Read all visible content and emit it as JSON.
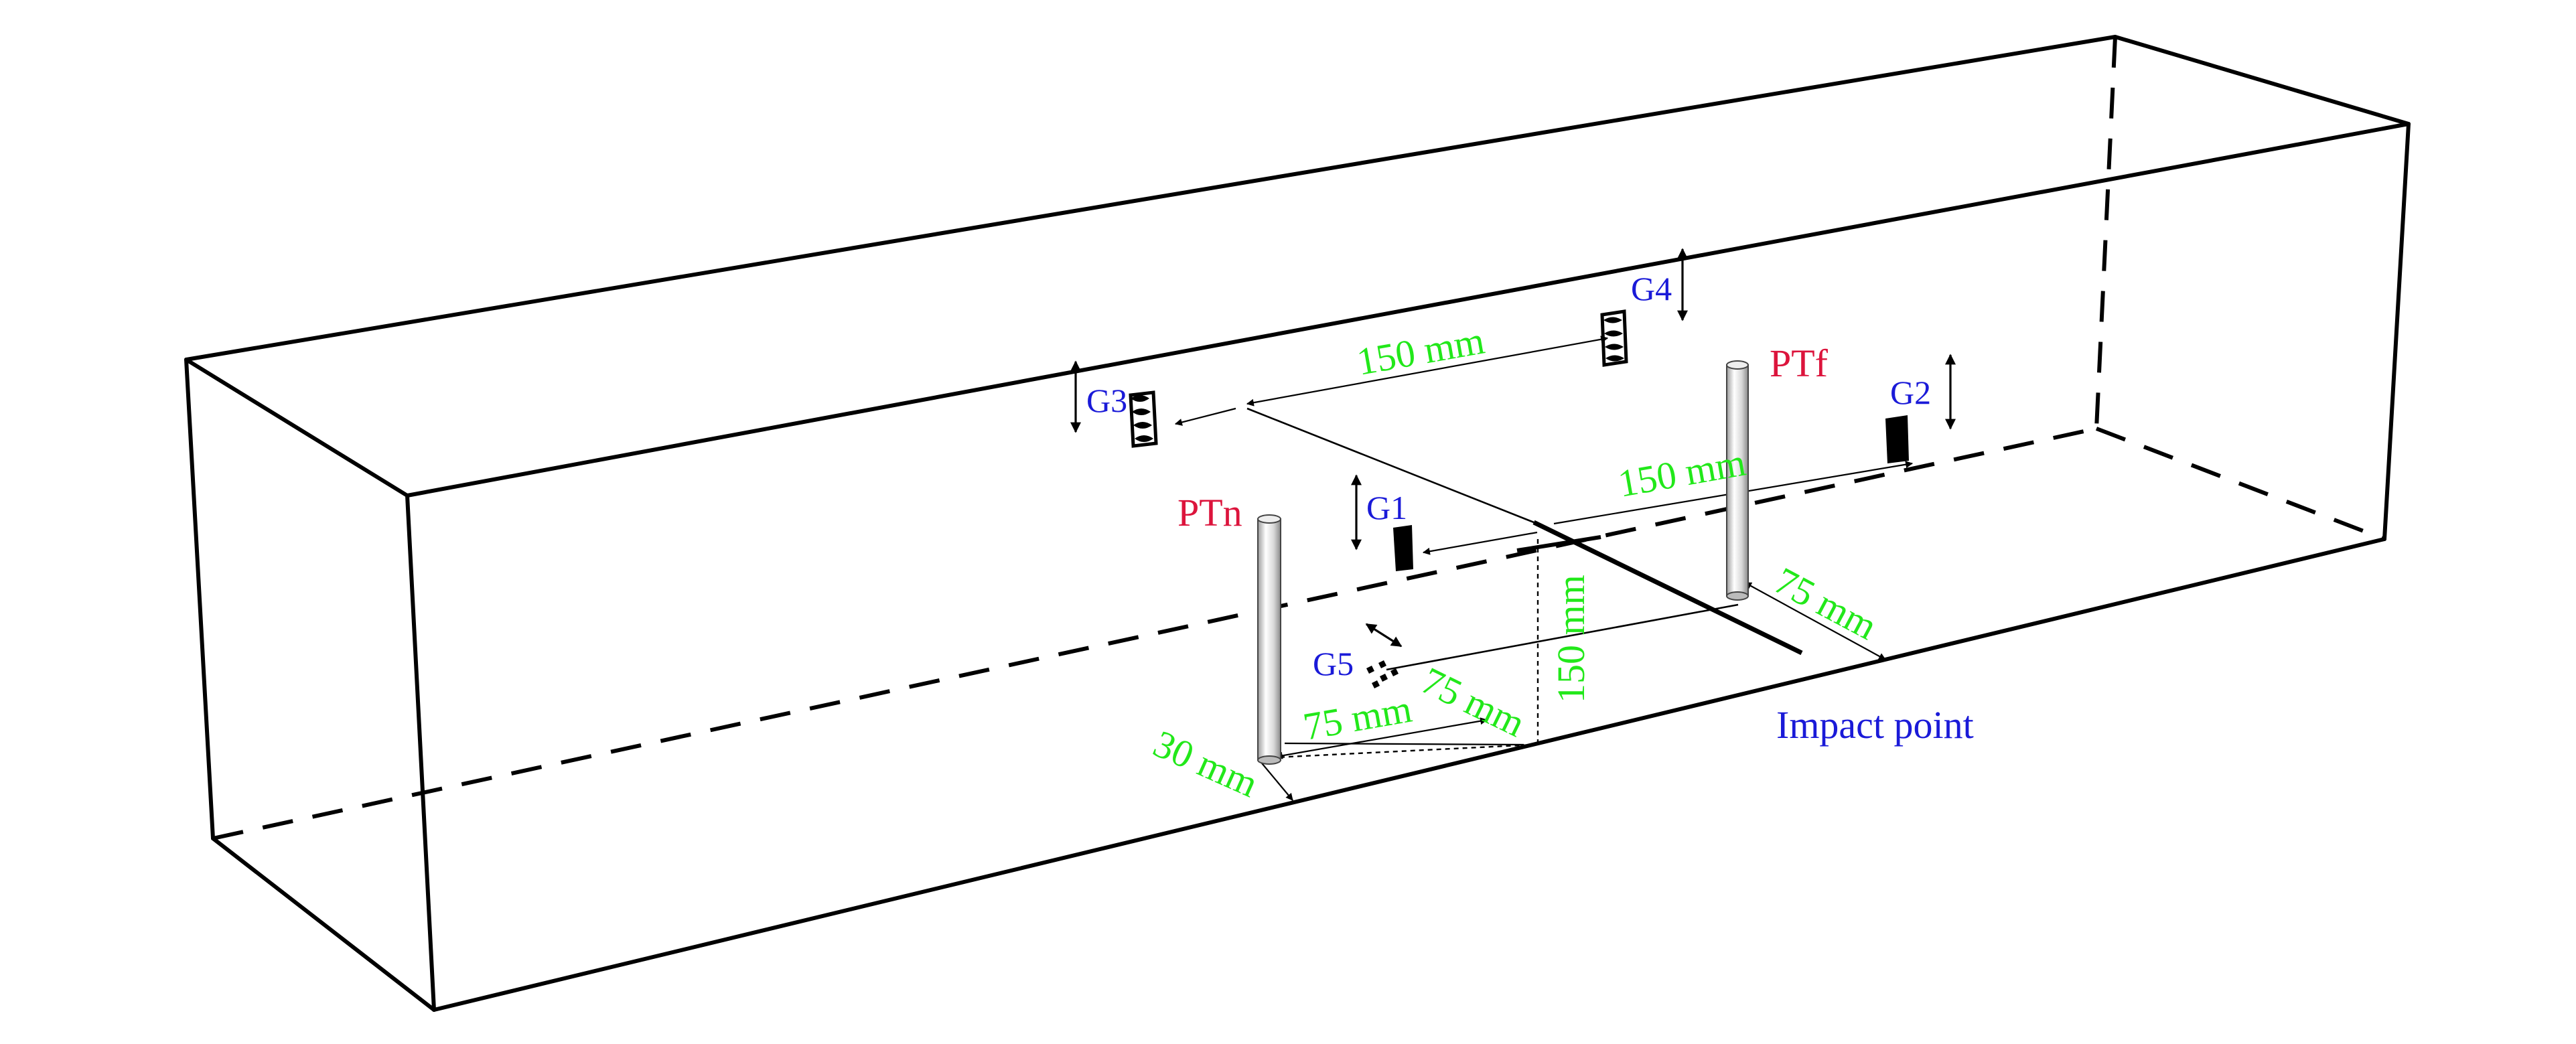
{
  "colors": {
    "dimension": "#22e81a",
    "gauge": "#1a1ad8",
    "transducer": "#dc143c",
    "impact": "#1a1ad8",
    "lines": "#000000"
  },
  "labels": {
    "gauges": {
      "g1": "G1",
      "g2": "G2",
      "g3": "G3",
      "g4": "G4",
      "g5": "G5"
    },
    "transducers": {
      "near": "PTn",
      "far": "PTf"
    },
    "dimensions": {
      "g3_g4": "150 mm",
      "g1_g2": "150 mm",
      "ptf_edge": "75 mm",
      "ptn_bottom": "75 mm",
      "g5_diag": "75 mm",
      "vertical": "150 mm",
      "ptn_edge": "30 mm"
    },
    "impact_point": "Impact point"
  },
  "icons": [
    "strain-gauge-solid-icon",
    "strain-gauge-wavy-icon",
    "double-arrow-icon",
    "pressure-transducer-icon"
  ]
}
